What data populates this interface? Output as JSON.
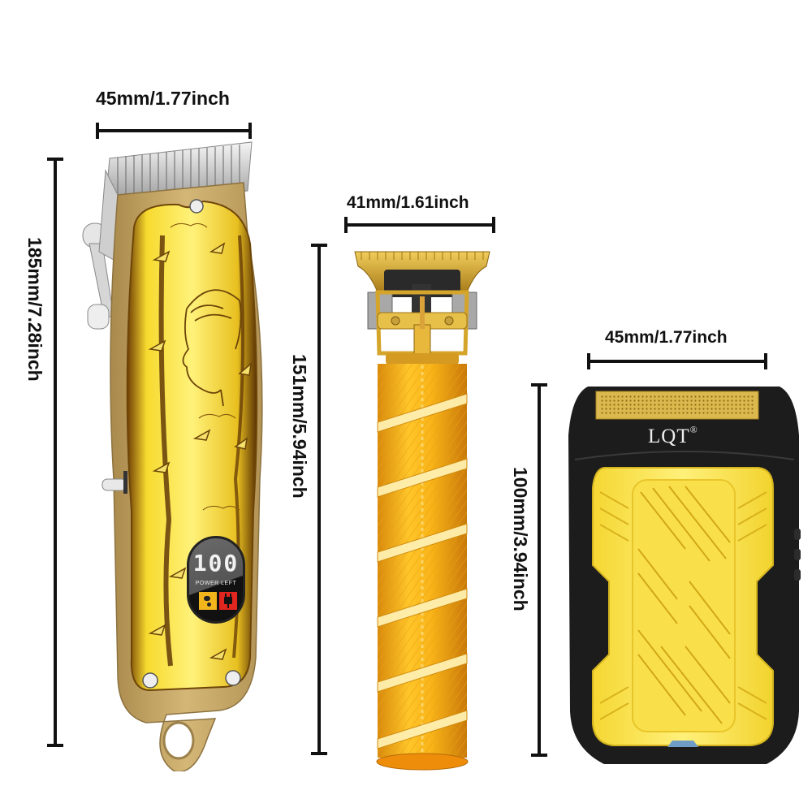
{
  "products": [
    {
      "name": "Cordless hair clipper",
      "width_label": "45mm/1.77inch",
      "height_label": "185mm/7.28inch",
      "display": {
        "value": "100",
        "caption": "POWER LEFT",
        "icons": [
          "clipper-mode-icon",
          "plug-charging-icon"
        ]
      },
      "colors": {
        "body": "#c9a862",
        "plate": "#f2d22a",
        "plate_dark": "#7a4a08",
        "blade": "#d8d8d8"
      }
    },
    {
      "name": "T-blade trimmer",
      "width_label": "41mm/1.61inch",
      "height_label": "151mm/5.94inch",
      "colors": {
        "body": "#f0a718",
        "blade": "#d9a527",
        "ring": "#fbe6a0"
      }
    },
    {
      "name": "Foil shaver",
      "width_label": "45mm/1.77inch",
      "height_label": "100mm/3.94inch",
      "brand": "LQT",
      "registered_mark": "®",
      "colors": {
        "shell": "#1b1b1b",
        "panel": "#f7e14a",
        "foil": "#d8b143",
        "indicator": "#6f9cc6"
      }
    }
  ]
}
